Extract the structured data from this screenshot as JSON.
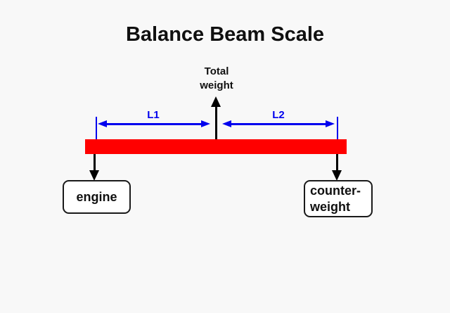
{
  "title": "Balance Beam Scale",
  "colors": {
    "background": "#f8f8f8",
    "beam": "#ff0000",
    "dimension_blue": "#0000ee",
    "arrow_black": "#000000",
    "box_border": "#1a1a1a",
    "box_fill": "#ffffff"
  },
  "beam_diagram": {
    "total_weight_label": "Total\nweight",
    "dimension_l1": "L1",
    "dimension_l2": "L2",
    "engine_label": "engine",
    "counterweight_label": "counter-\nweight"
  }
}
